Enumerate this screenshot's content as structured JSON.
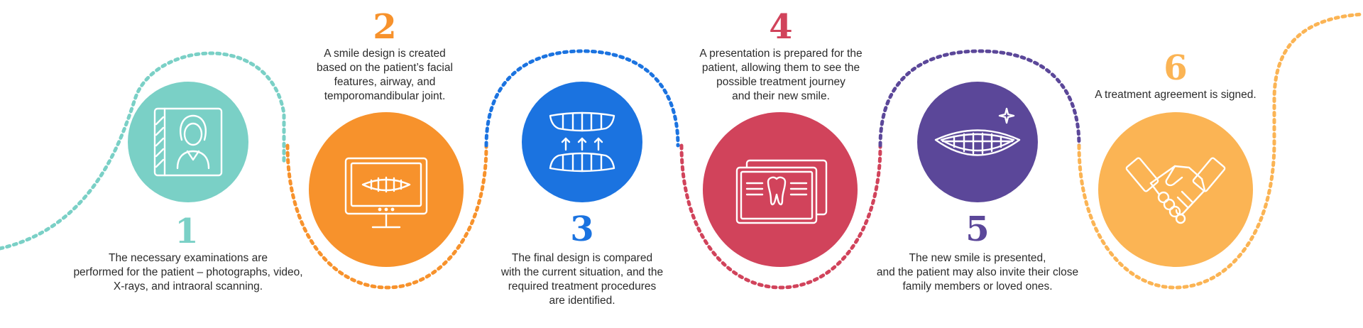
{
  "colors": {
    "step1": "#7ad0c6",
    "step2": "#f7922c",
    "step3": "#1b73e0",
    "step4": "#d1435b",
    "step5": "#5b4799",
    "step6": "#fbb454"
  },
  "steps": [
    {
      "number": "1",
      "icon": "patient-portrait-icon",
      "text": "The necessary examinations are\nperformed for the patient – photographs, video,\nX-rays, and intraoral scanning."
    },
    {
      "number": "2",
      "icon": "monitor-smile-icon",
      "text": "A smile design is created\nbased on the patient’s facial\nfeatures, airway, and\ntemporomandibular joint."
    },
    {
      "number": "3",
      "icon": "aligned-teeth-icon",
      "text": "The final design is compared\nwith the current situation, and the\nrequired treatment procedures\nare identified."
    },
    {
      "number": "4",
      "icon": "tooth-presentation-icon",
      "text": "A presentation is prepared for the\npatient, allowing them to see the\npossible treatment journey\nand their new smile."
    },
    {
      "number": "5",
      "icon": "smile-sparkle-icon",
      "text": "The new smile is presented,\nand the patient may also invite their close\nfamily members or loved ones."
    },
    {
      "number": "6",
      "icon": "handshake-icon",
      "text": "A treatment agreement is signed."
    }
  ]
}
